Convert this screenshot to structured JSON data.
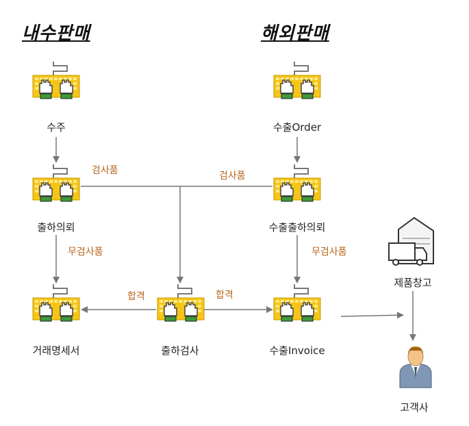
{
  "titles": {
    "domestic": "내수판매",
    "overseas": "해외판매"
  },
  "nodes": {
    "order": "수주",
    "export_order": "수출Order",
    "ship_request": "출하의뢰",
    "export_ship_request": "수출출하의뢰",
    "statement": "거래명세서",
    "ship_inspection": "출하검사",
    "export_invoice": "수출Invoice",
    "warehouse": "제품창고",
    "customer": "고객사"
  },
  "edge_labels": {
    "inspect_left": "검사품",
    "inspect_right": "검사품",
    "no_inspect_left": "무검사품",
    "no_inspect_right": "무검사품",
    "pass_left": "합격",
    "pass_right": "합격"
  },
  "colors": {
    "keyboard": "#f5c518",
    "keyboard_dots": "#fde98a",
    "hand_fill": "#ffffff",
    "hand_stroke": "#444444",
    "cuff": "#3d9a3d",
    "arrow": "#777777",
    "edge_label": "#b8661e"
  }
}
